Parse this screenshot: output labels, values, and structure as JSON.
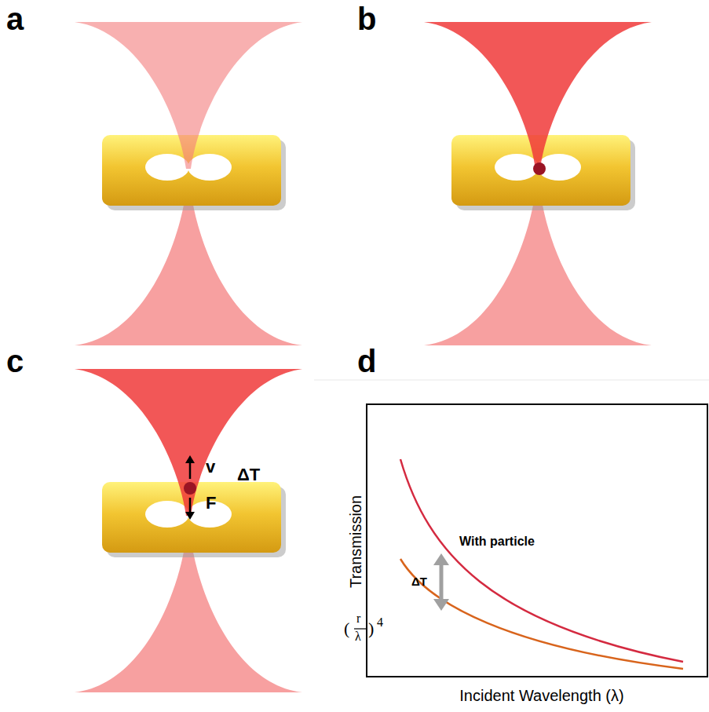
{
  "diagram": {
    "labels": [
      "a",
      "b",
      "c",
      "d",
      "v",
      "F",
      "ΔT",
      "With particle",
      "ΔT",
      "(",
      "r",
      "λ",
      ")",
      "4",
      "Transmission",
      "Incident Wavelength (λ)"
    ]
  }
}
